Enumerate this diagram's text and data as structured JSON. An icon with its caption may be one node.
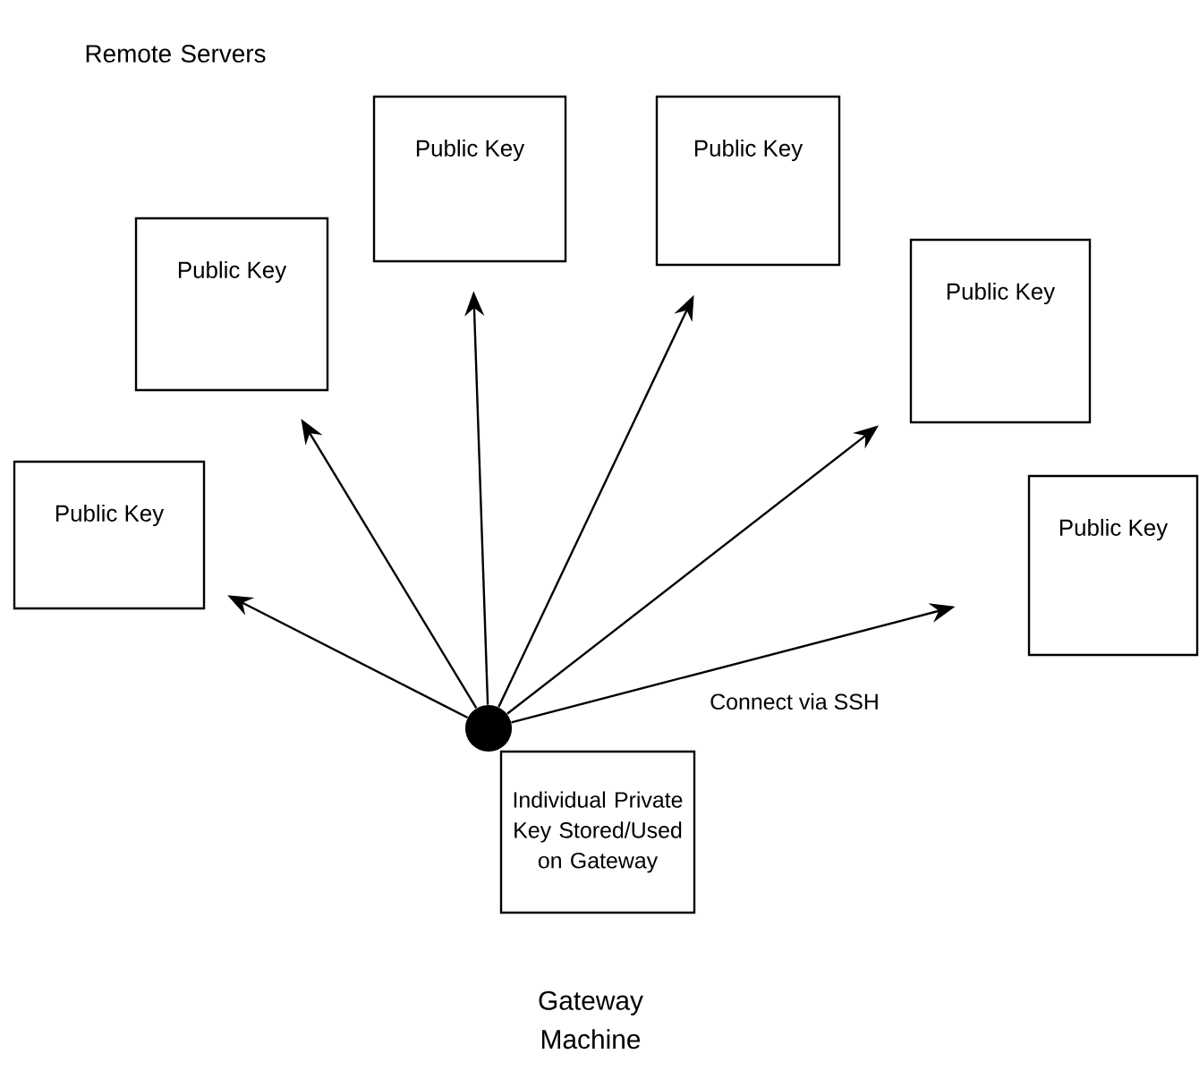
{
  "diagram": {
    "nodes": [
      {
        "text": [
          "Public Key"
        ]
      },
      {
        "text": [
          "Public Key"
        ]
      },
      {
        "text": [
          "Public Key"
        ]
      },
      {
        "text": [
          "Public Key"
        ]
      },
      {
        "text": [
          "Public Key"
        ]
      },
      {
        "text": [
          "Public Key"
        ]
      },
      {
        "text": [],
        "shape": "circle"
      },
      {
        "text": [
          "Individual Private Key Stored/Used on Gateway"
        ]
      }
    ],
    "edges": [
      {
        "from": 6,
        "to": 4,
        "arrow": "to"
      },
      {
        "from": 6,
        "to": 2,
        "arrow": "to"
      },
      {
        "from": 6,
        "to": 0,
        "arrow": "to"
      },
      {
        "from": 6,
        "to": 1,
        "arrow": "to"
      },
      {
        "from": 6,
        "to": 3,
        "arrow": "to"
      },
      {
        "from": 6,
        "to": 5,
        "arrow": "to",
        "label": "Connect via SSH"
      }
    ],
    "labels": [
      "Remote Servers",
      "Gateway Machine"
    ]
  }
}
